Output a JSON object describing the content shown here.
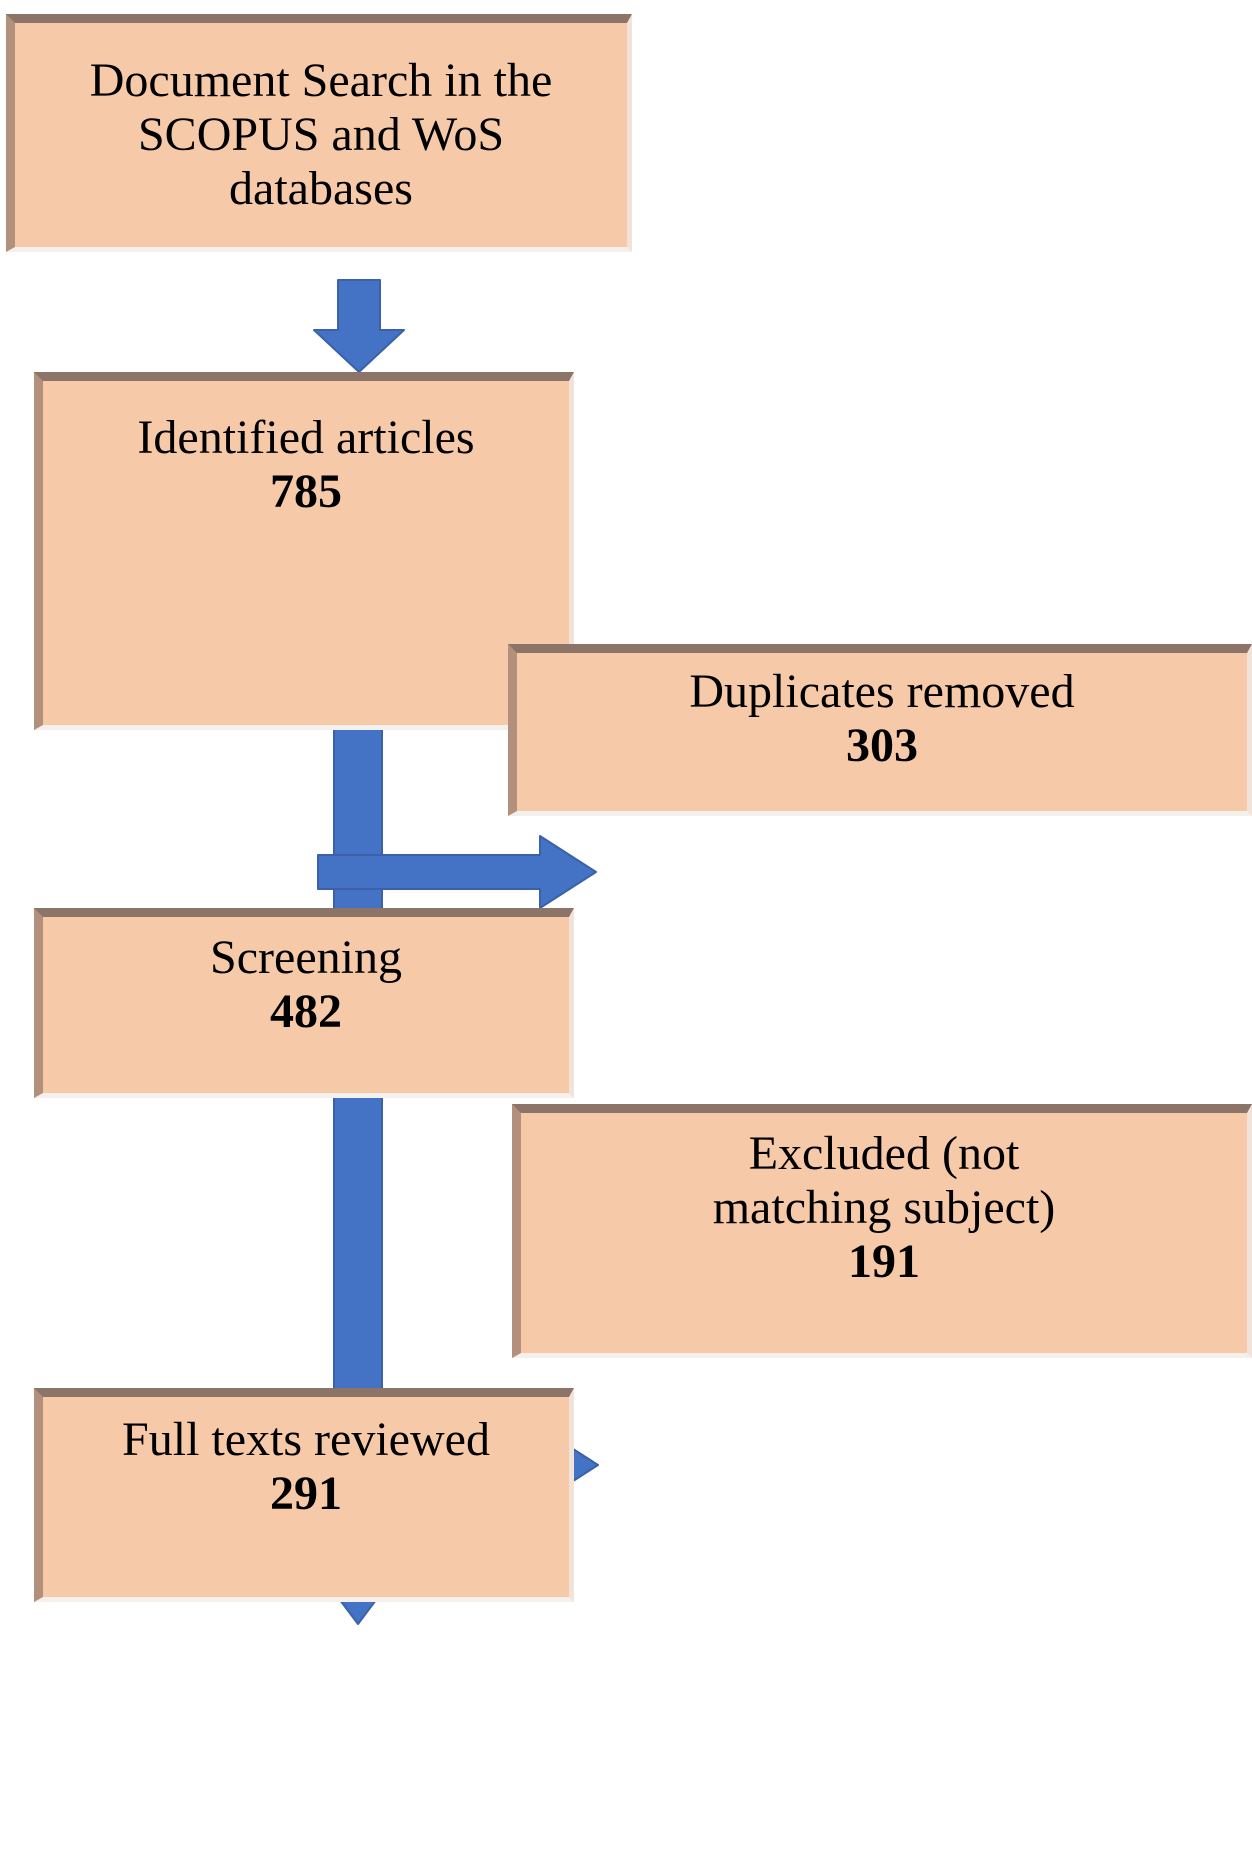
{
  "diagram": {
    "title": "PRISMA-style literature selection flowchart",
    "palette": {
      "box_fill": "#F6CAA8",
      "box_border_shadow": "#8C7468",
      "arrow_blue": "#4472C4",
      "arrow_blue_edge": "#2F528F",
      "text": "#000000",
      "background": "#FFFFFF"
    },
    "nodes": [
      {
        "id": "search",
        "label_lines": [
          "Document Search in the",
          "SCOPUS and WoS",
          "databases"
        ],
        "count": ""
      },
      {
        "id": "identified",
        "label_lines": [
          "Identified articles"
        ],
        "count": "785"
      },
      {
        "id": "duplicates",
        "label_lines": [
          "Duplicates removed"
        ],
        "count": "303"
      },
      {
        "id": "screening",
        "label_lines": [
          "Screening"
        ],
        "count": "482"
      },
      {
        "id": "excluded",
        "label_lines": [
          "Excluded (not",
          "matching subject)"
        ],
        "count": "191"
      },
      {
        "id": "fulltext",
        "label_lines": [
          "Full texts reviewed"
        ],
        "count": "291"
      }
    ],
    "edges": [
      {
        "id": "search-to-identified",
        "from": "search",
        "to": "identified",
        "direction": "down",
        "label": ""
      },
      {
        "id": "identified-to-duplicates",
        "from": "identified",
        "to": "duplicates",
        "direction": "right",
        "label": ""
      },
      {
        "id": "identified-to-screening",
        "from": "identified",
        "to": "screening",
        "direction": "down",
        "label": ""
      },
      {
        "id": "screening-to-excluded",
        "from": "screening",
        "to": "excluded",
        "direction": "right",
        "label": ""
      },
      {
        "id": "screening-to-fulltext",
        "from": "screening",
        "to": "fulltext",
        "direction": "down",
        "label": ""
      }
    ]
  },
  "boxes": {
    "search": {
      "line1": "Document Search in the",
      "line2": "SCOPUS and WoS",
      "line3": "databases"
    },
    "identified": {
      "line1": "Identified articles",
      "count": "785"
    },
    "duplicates": {
      "line1": "Duplicates removed",
      "count": "303"
    },
    "screening": {
      "line1": "Screening",
      "count": "482"
    },
    "excluded": {
      "line1": "Excluded (not",
      "line2": "matching subject)",
      "count": "191"
    },
    "fulltext": {
      "line1": "Full texts reviewed",
      "count": "291"
    }
  }
}
